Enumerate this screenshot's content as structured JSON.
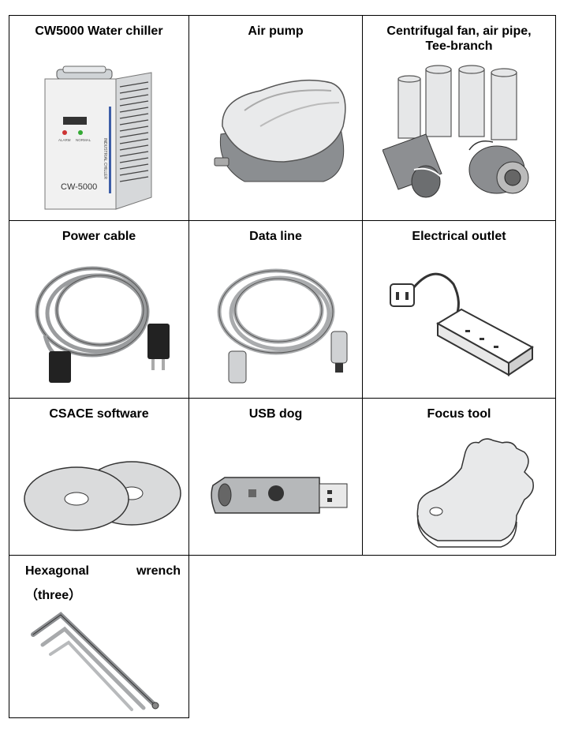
{
  "items": [
    {
      "label": "CW5000 Water chiller",
      "chiller": {
        "model": "CW-5000",
        "side_text": "INDUSTRIAL CHILLER",
        "indicator_left": "ALARM",
        "indicator_right": "NORMAL"
      }
    },
    {
      "label": "Air pump"
    },
    {
      "label_lines": [
        "Centrifugal fan, air pipe,",
        "Tee-branch"
      ]
    },
    {
      "label": "Power cable"
    },
    {
      "label": "Data line"
    },
    {
      "label": "Electrical outlet"
    },
    {
      "label": "CSACE software"
    },
    {
      "label": "USB dog"
    },
    {
      "label": "Focus tool"
    },
    {
      "label_line1": "Hexagonal wrench",
      "label_line2": "（three）"
    }
  ]
}
